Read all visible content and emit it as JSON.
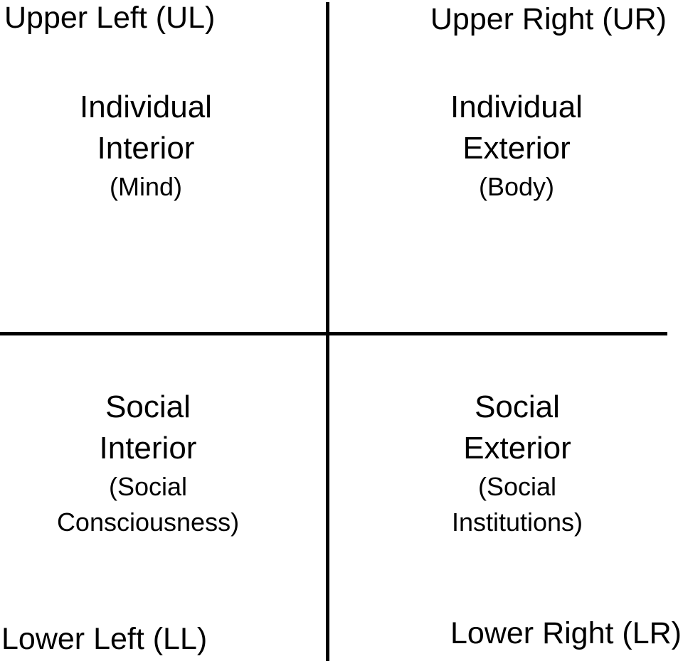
{
  "diagram": {
    "type": "four-quadrant-diagram",
    "colors": {
      "background": "#ffffff",
      "text": "#000000",
      "axis_line": "#000000"
    },
    "corner_labels": {
      "upper_left": "Upper Left (UL)",
      "upper_right": "Upper Right (UR)",
      "lower_left": "Lower Left (LL)",
      "lower_right": "Lower Right (LR)"
    },
    "quadrants": {
      "upper_left": {
        "main": [
          "Individual",
          "Interior"
        ],
        "sub": [
          "(Mind)"
        ]
      },
      "upper_right": {
        "main": [
          "Individual",
          "Exterior"
        ],
        "sub": [
          "(Body)"
        ]
      },
      "lower_left": {
        "main": [
          "Social",
          "Interior"
        ],
        "sub": [
          "(Social",
          "Consciousness)"
        ]
      },
      "lower_right": {
        "main": [
          "Social",
          "Exterior"
        ],
        "sub": [
          "(Social",
          "Institutions)"
        ]
      }
    }
  }
}
